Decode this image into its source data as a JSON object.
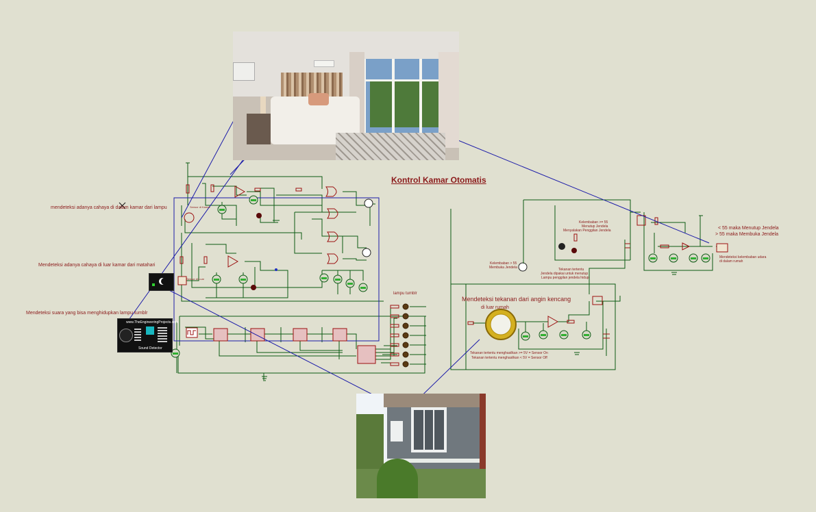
{
  "title": "Kontrol Kamar Otomatis",
  "labels": {
    "light_inside": "mendeteksi adanya cahaya di dalam kamar dari lampu",
    "light_outside": "Mendeteksi adanya cahaya di luar kamar dari matahari",
    "sound": "Mendeteksi suara yang bisa menghidupkan lampu tumblr",
    "lampu_tumblr": "lampu tumblr",
    "wind": "Mendeteksi tekanan dari angin kencang",
    "wind_sub": "di luar rumah",
    "pressure_note_1": "Tekanan tertentu menghasilkan >= 5V = Sensor On",
    "pressure_note_2": "Tekanan tertentu menghasilkan < 5V = Sensor Off",
    "humid_close": "< 55 maka Menutup Jendela",
    "humid_open": "> 55 maka Membuka Jendela",
    "humid_detect_1": "Mendeteksi kelembaban udara",
    "humid_detect_2": "di dalam rumah",
    "humid_gt_1": "Kelembaban >= 55",
    "humid_gt_2": "Menutup Jendela",
    "humid_gt_3": "Menyalakan Penggilan Jendela",
    "humid_lt_1": "Kelembaban > 55",
    "humid_lt_2": "Membuka Jendela",
    "wind_note_1": "Tekanan tertentu",
    "wind_note_2": "Jendela dipakai untuk menutup",
    "wind_note_3": "Lampu penggilan jendela hidup",
    "sensor_luar": "Sensor di Luar",
    "sensor_kamar": "Sensor di Kamar",
    "module_site": "www.TheEngineeringProjects.com",
    "module_name": "Sound Detector"
  },
  "colors": {
    "wire": "#0b5a12",
    "component": "#9b1010",
    "annotation_line": "#1a1aa8",
    "label": "#8b1a1a",
    "background": "#e0e0d0"
  }
}
